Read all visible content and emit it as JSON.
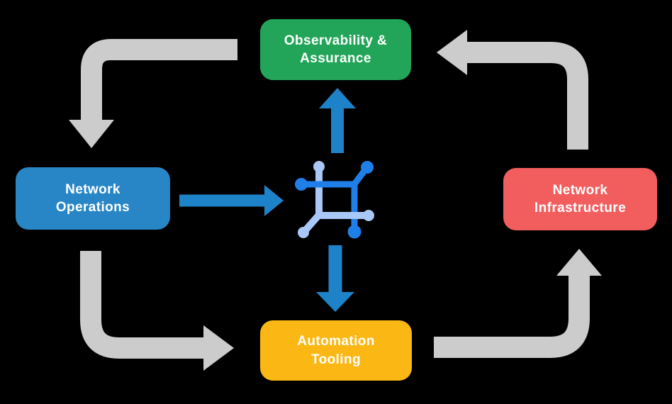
{
  "diagram": {
    "nodes": [
      {
        "id": "observability-assurance",
        "label": "Observability &\nAssurance",
        "color": "#23A559",
        "position": "top"
      },
      {
        "id": "network-operations",
        "label": "Network\nOperations",
        "color": "#2886C6",
        "position": "left"
      },
      {
        "id": "network-infrastructure",
        "label": "Network\nInfrastructure",
        "color": "#F25E5D",
        "position": "right"
      },
      {
        "id": "automation-tooling",
        "label": "Automation\nTooling",
        "color": "#FBB714",
        "position": "bottom"
      }
    ],
    "center_icon": "network-hub-icon",
    "edges": [
      {
        "from": "observability-assurance",
        "to": "network-operations",
        "style": "gray-elbow"
      },
      {
        "from": "network-operations",
        "to": "automation-tooling",
        "style": "gray-elbow"
      },
      {
        "from": "automation-tooling",
        "to": "network-infrastructure",
        "style": "gray-elbow"
      },
      {
        "from": "network-infrastructure",
        "to": "observability-assurance",
        "style": "gray-elbow"
      },
      {
        "from": "network-operations",
        "to": "center-hub",
        "style": "blue-straight"
      },
      {
        "from": "center-hub",
        "to": "observability-assurance",
        "style": "blue-straight"
      },
      {
        "from": "center-hub",
        "to": "automation-tooling",
        "style": "blue-straight"
      }
    ]
  },
  "colors": {
    "background": "#000000",
    "label": "#FFFFFF",
    "node-green": "#23A559",
    "node-blue": "#2886C6",
    "node-red": "#F25E5D",
    "node-yellow": "#FBB714",
    "arrow-gray": "#CCCCCC",
    "arrow-blue": "#1E82C8",
    "icon-dark-blue": "#1E7FE8",
    "icon-light-blue": "#A9C7F7"
  }
}
